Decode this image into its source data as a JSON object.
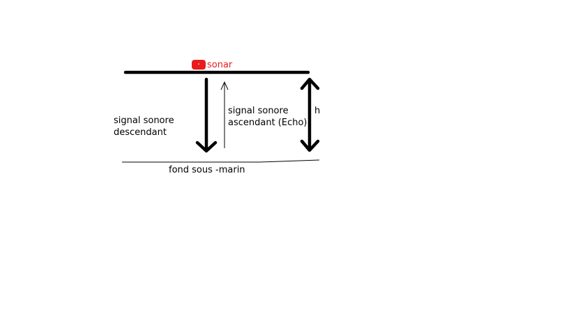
{
  "labels": {
    "sonar": "sonar",
    "descending_line1": "signal sonore",
    "descending_line2": "descendant",
    "ascending_line1": "signal sonore",
    "ascending_line2": "ascendant (Echo)",
    "height": "h",
    "seabed": "fond sous -marin"
  },
  "colors": {
    "sonar": "#e81c1c",
    "ink": "#000000"
  }
}
